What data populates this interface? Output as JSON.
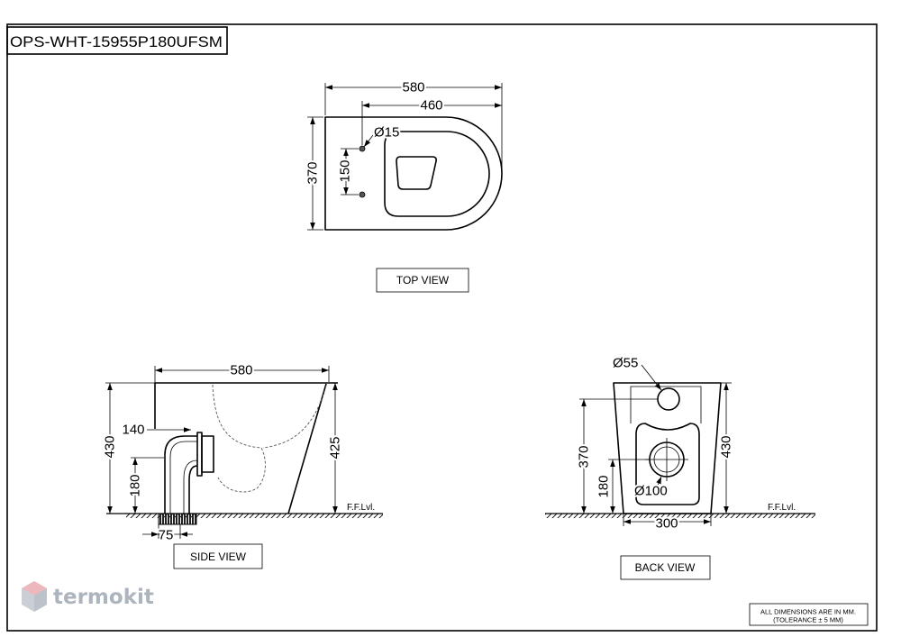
{
  "drawing": {
    "model_code": "OPS-WHT-15955P180UFSM",
    "notes": {
      "line1": "ALL DIMENSIONS ARE IN MM.",
      "line2": "(TOLERANCE ± 5 MM)"
    },
    "watermark": "termokit"
  },
  "top_view": {
    "label": "TOP VIEW",
    "dimensions": {
      "overall_length": "580",
      "fixing_to_front": "460",
      "fixing_hole": "Ø15",
      "fixing_spacing": "150",
      "overall_width": "370"
    }
  },
  "side_view": {
    "label": "SIDE VIEW",
    "floor_label": "F.F.Lvl.",
    "dimensions": {
      "overall_length": "580",
      "outlet_offset": "140",
      "rear_height": "430",
      "front_height": "425",
      "outlet_height": "180",
      "outlet_size": "75"
    }
  },
  "back_view": {
    "label": "BACK VIEW",
    "floor_label": "F.F.Lvl.",
    "dimensions": {
      "inlet_diameter": "Ø55",
      "inlet_height": "370",
      "outlet_height": "180",
      "outlet_diameter": "Ø100",
      "overall_height": "430",
      "base_width": "300"
    }
  },
  "colors": {
    "line": "#000000",
    "watermark_text": "#98a2ad",
    "watermark_accent": "#e7a1a8"
  }
}
